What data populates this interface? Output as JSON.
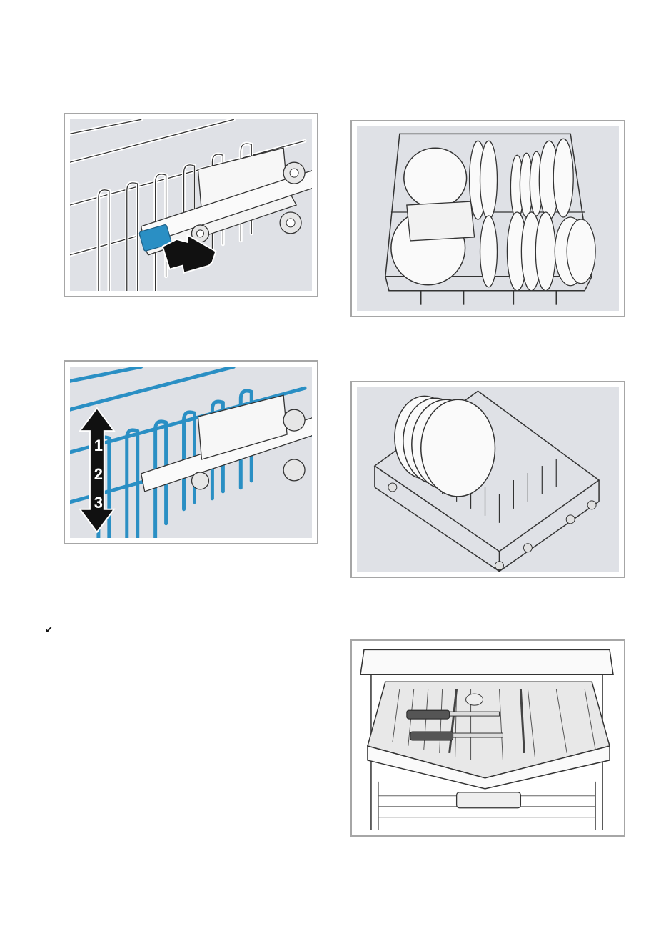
{
  "page": {
    "check_icon": "check-mark-icon",
    "footnote_rule": "footnote-separator"
  },
  "figures": [
    {
      "name": "rack-release-lever-press",
      "step_labels": []
    },
    {
      "name": "rack-height-adjust",
      "step_labels": [
        "1",
        "2",
        "3"
      ]
    },
    {
      "name": "upper-rack-loaded-dishes",
      "step_labels": []
    },
    {
      "name": "lower-rack-plates",
      "step_labels": []
    },
    {
      "name": "cutlery-drawer",
      "step_labels": []
    }
  ],
  "colors": {
    "illustration_bg": "#dfe1e6",
    "frame_border": "#a6a6a6",
    "highlight_blue": "#2a8fc4"
  }
}
